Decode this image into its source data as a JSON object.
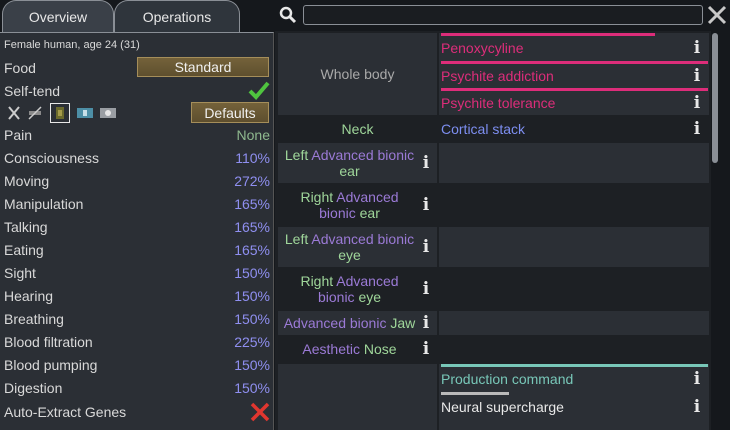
{
  "tabs": [
    "Overview",
    "Operations"
  ],
  "overview": {
    "description": "Female human, age 24 (31)",
    "food_label": "Food",
    "food_button": "Standard",
    "selftend_label": "Self-tend",
    "defaults_button": "Defaults",
    "capacities": [
      {
        "name": "Pain",
        "value": "None"
      },
      {
        "name": "Consciousness",
        "value": "110%"
      },
      {
        "name": "Moving",
        "value": "272%"
      },
      {
        "name": "Manipulation",
        "value": "165%"
      },
      {
        "name": "Talking",
        "value": "165%"
      },
      {
        "name": "Eating",
        "value": "165%"
      },
      {
        "name": "Sight",
        "value": "150%"
      },
      {
        "name": "Hearing",
        "value": "150%"
      },
      {
        "name": "Breathing",
        "value": "150%"
      },
      {
        "name": "Blood filtration",
        "value": "225%"
      },
      {
        "name": "Blood pumping",
        "value": "150%"
      },
      {
        "name": "Digestion",
        "value": "150%"
      }
    ],
    "auto_extract_label": "Auto-Extract Genes"
  },
  "search": {
    "placeholder": ""
  },
  "health": {
    "whole_body": "Whole body",
    "hediffs_whole": [
      "Penoxycyline",
      "Psychite addiction",
      "Psychite tolerance"
    ],
    "neck": "Neck",
    "neck_hediff": "Cortical stack",
    "parts": [
      {
        "a": "Left ",
        "b": "Advanced bionic",
        "c": " ear"
      },
      {
        "a": "Right ",
        "b": "Advanced bionic",
        "c": " ear"
      },
      {
        "a": "Left ",
        "b": "Advanced bionic",
        "c": " eye"
      },
      {
        "a": "Right ",
        "b": "Advanced bionic",
        "c": " eye"
      },
      {
        "a": "",
        "b": "Advanced bionic",
        "c": " Jaw"
      },
      {
        "a": "",
        "b": "Aesthetic",
        "c": " Nose"
      }
    ],
    "head_hediffs": [
      "Production command",
      "Neural supercharge"
    ]
  },
  "colors": {
    "accent_gold": "#74623a",
    "pink": "#dd2d7a",
    "teal": "#78c7b8"
  }
}
